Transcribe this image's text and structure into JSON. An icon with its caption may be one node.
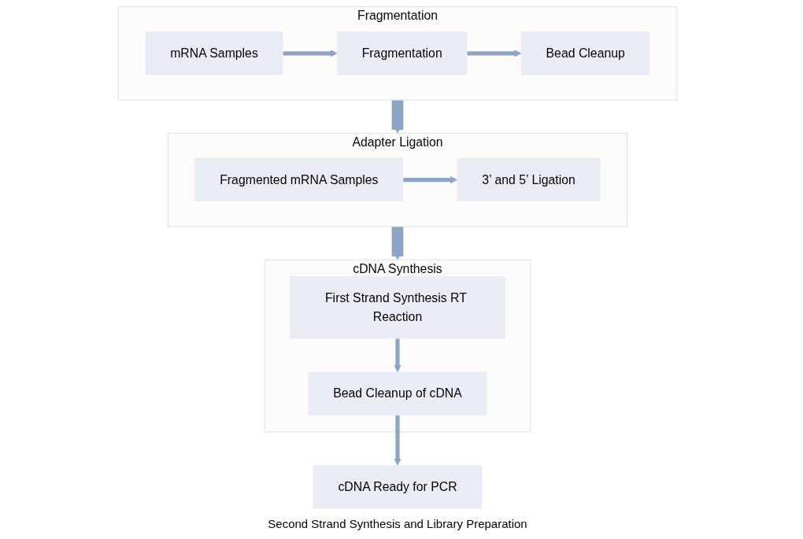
{
  "diagram": {
    "nodes": [
      {
        "text": [
          "Fragmentation"
        ]
      },
      {
        "text": [
          "mRNA Samples"
        ],
        "in": 0
      },
      {
        "text": [
          "Fragmentation"
        ],
        "in": 0
      },
      {
        "text": [
          "Bead Cleanup"
        ],
        "in": 0
      },
      {
        "text": [
          "Adapter Ligation"
        ]
      },
      {
        "text": [
          "Fragmented mRNA Samples"
        ],
        "in": 4
      },
      {
        "text": [
          "3’ and 5’ Ligation"
        ],
        "in": 4
      },
      {
        "text": [
          "cDNA Synthesis"
        ]
      },
      {
        "text": [
          "First Strand Synthesis RT Reaction"
        ],
        "in": 7
      },
      {
        "text": [
          "Bead Cleanup of cDNA"
        ],
        "in": 7
      },
      {
        "text": [
          "cDNA Ready for PCR"
        ]
      }
    ],
    "edges": [
      {
        "from": 1,
        "to": 2,
        "arrow": "to"
      },
      {
        "from": 2,
        "to": 3,
        "arrow": "to"
      },
      {
        "from": 0,
        "to": 4,
        "arrow": "to",
        "style": "thick"
      },
      {
        "from": 5,
        "to": 6,
        "arrow": "to"
      },
      {
        "from": 4,
        "to": 7,
        "arrow": "to",
        "style": "thick"
      },
      {
        "from": 8,
        "to": 9,
        "arrow": "to"
      },
      {
        "from": 9,
        "to": 10,
        "arrow": "to"
      }
    ],
    "labels": [
      "Second Strand Synthesis and Library Preparation"
    ]
  }
}
